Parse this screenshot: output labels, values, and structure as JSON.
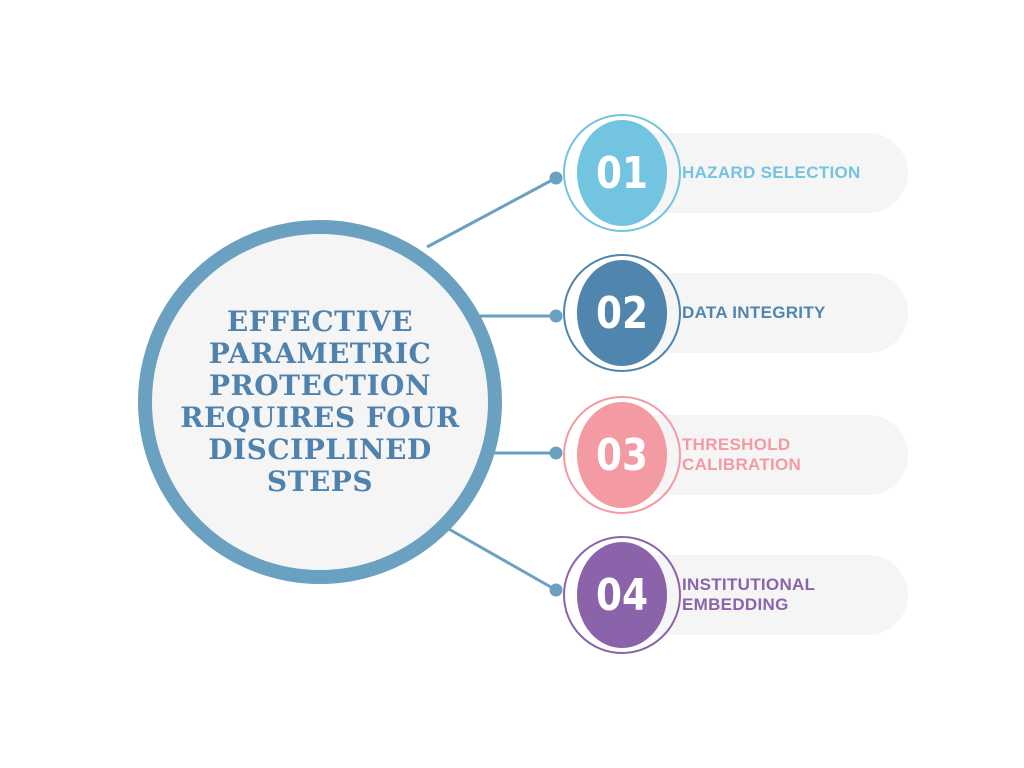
{
  "title": "EFFECTIVE PARAMETRIC PROTECTION REQUIRES FOUR DISCIPLINED STEPS",
  "steps": [
    {
      "number": "01",
      "label": "HAZARD SELECTION",
      "color": "#72c4e0"
    },
    {
      "number": "02",
      "label": "DATA INTEGRITY",
      "color": "#5085ad"
    },
    {
      "number": "03",
      "label": "THRESHOLD CALIBRATION",
      "color": "#f49aa2"
    },
    {
      "number": "04",
      "label": "INSTITUTIONAL EMBEDDING",
      "color": "#8b63ab"
    }
  ]
}
